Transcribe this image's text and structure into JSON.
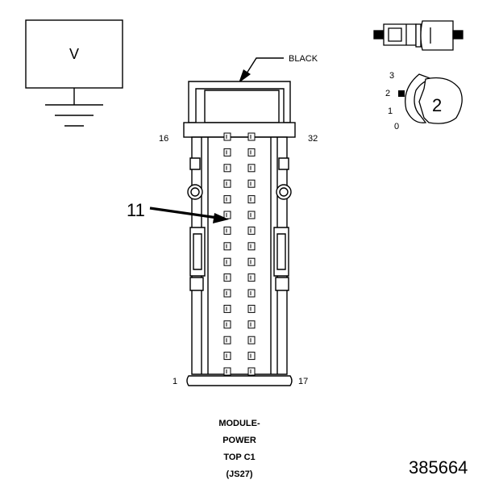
{
  "symbol": {
    "voltage_label": "V"
  },
  "connector": {
    "color_label": "BLACK",
    "pin_labels": {
      "top_left": "16",
      "top_right": "32",
      "bottom_left": "1",
      "bottom_right": "17"
    },
    "callout_pin": "11",
    "rows": 16,
    "columns": 2
  },
  "position_indicator": {
    "positions": [
      "3",
      "2",
      "1",
      "0"
    ],
    "selected": "2"
  },
  "caption": {
    "lines": [
      "MODULE-",
      "POWER",
      "TOP C1",
      "(JS27)"
    ]
  },
  "figure_number": "385664",
  "colors": {
    "line": "#000000",
    "background": "#ffffff"
  }
}
